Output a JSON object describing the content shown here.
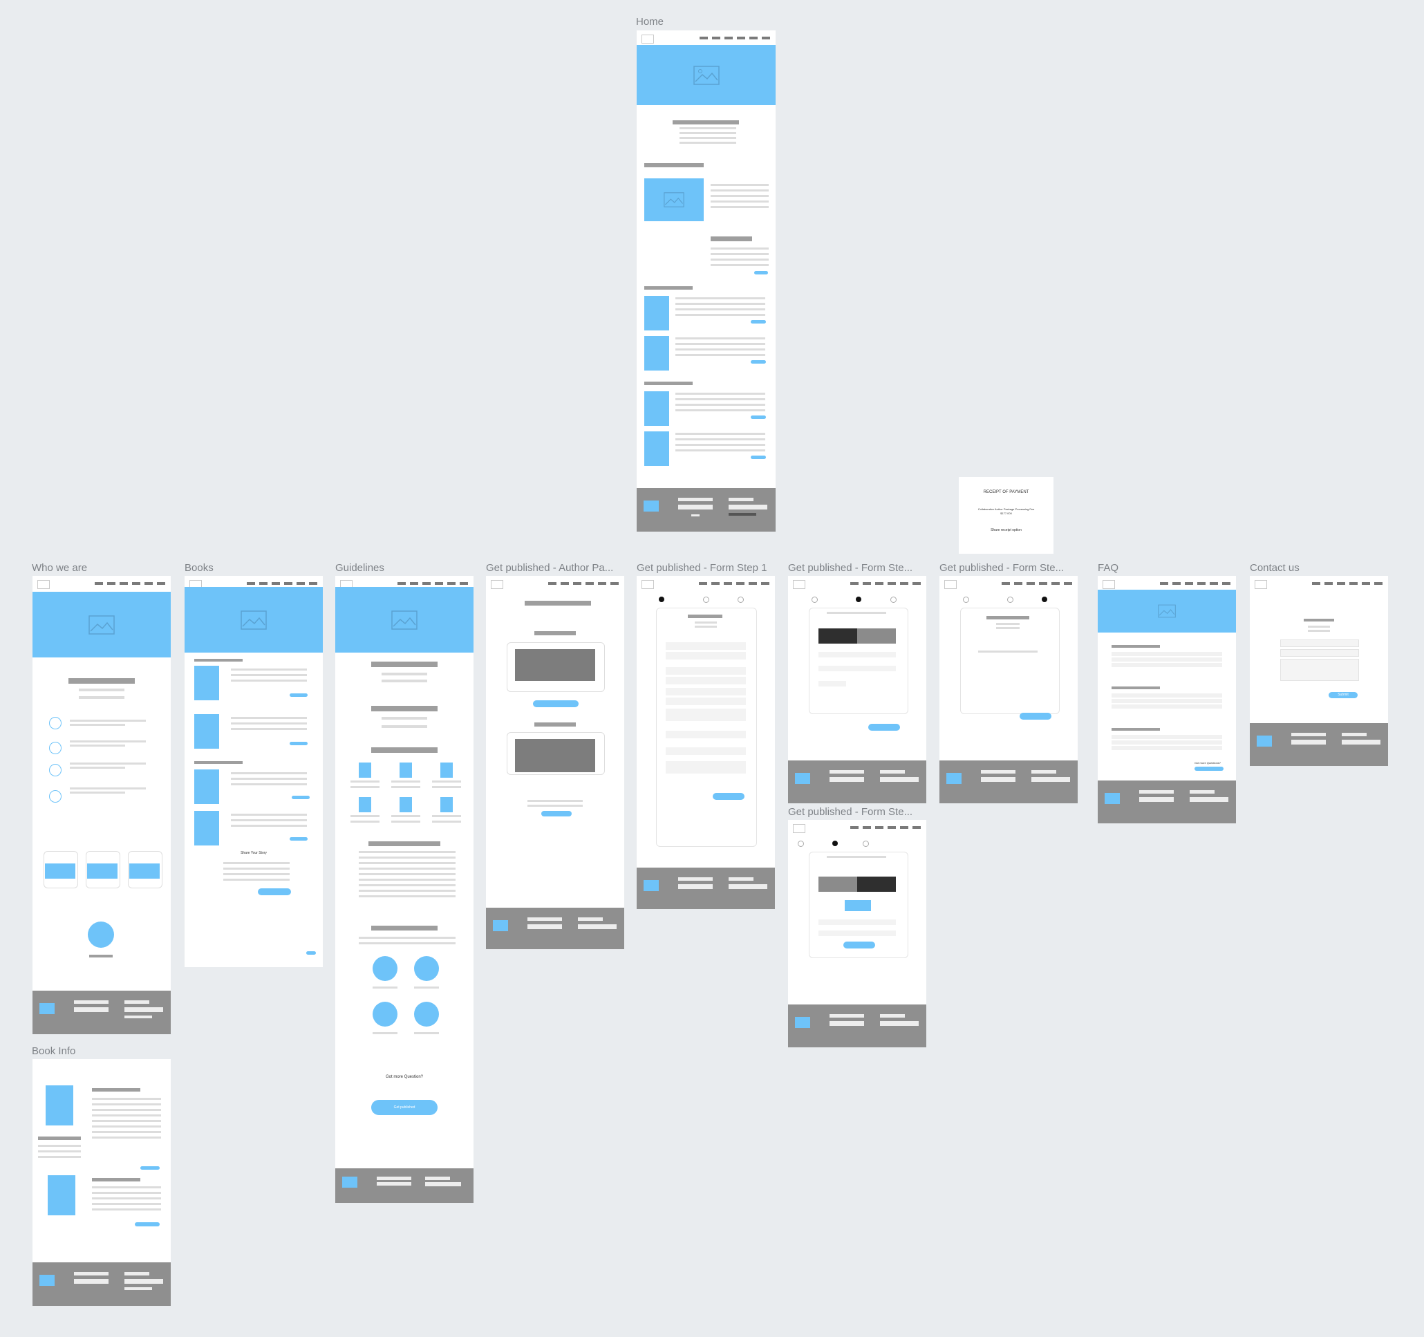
{
  "frames": {
    "home": {
      "label": "Home"
    },
    "who": {
      "label": "Who we are"
    },
    "books": {
      "label": "Books",
      "share_text": "Share Your Story"
    },
    "guidelines": {
      "label": "Guidelines",
      "question": "Got more Question?",
      "cta": "Get published"
    },
    "author_pa": {
      "label": "Get published - Author Pa..."
    },
    "form1": {
      "label": "Get published - Form Step 1"
    },
    "form2": {
      "label": "Get published - Form Ste..."
    },
    "form3": {
      "label": "Get published - Form Ste..."
    },
    "form4": {
      "label": "Get published - Form Ste..."
    },
    "faq": {
      "label": "FAQ",
      "more": "Got more Questions?"
    },
    "contact": {
      "label": "Contact us",
      "submit": "Submit"
    },
    "bookinfo": {
      "label": "Book Info"
    }
  },
  "receipt": {
    "title": "RECEIPT OF PAYMENT",
    "line": "Collaborative Author Package Processing Fee",
    "amount": "$177.000",
    "share": "Share receipt option"
  },
  "colors": {
    "canvas": "#e9ecef",
    "accent": "#6ec3f9",
    "footer": "#8f8f8f",
    "placeholder": "#9e9e9e"
  }
}
